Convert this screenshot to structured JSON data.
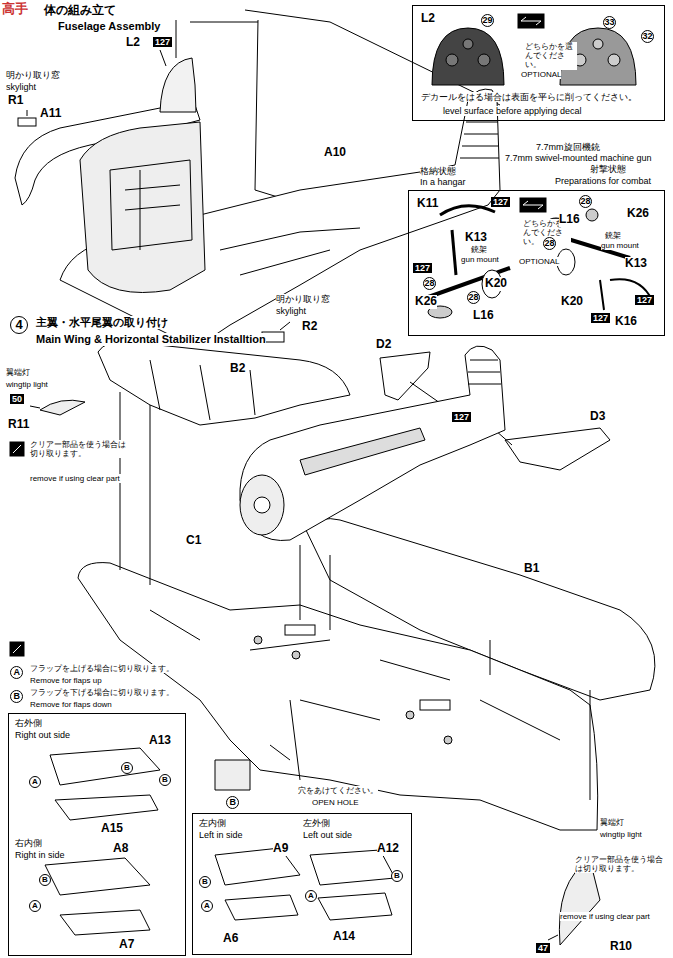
{
  "diagram": {
    "nodes": [
      {
        "text": [
          "L2",
          "29",
          "どちらかを選んでください。",
          "OPTIONAL",
          "33",
          "32",
          "デカールをはる場合は表面を平らに削ってください。",
          "level surface before applying decal"
        ]
      },
      {
        "text": [
          "K11",
          "127",
          "どちらかを選んでください。",
          "OPTIONAL",
          "28",
          "L16",
          "K26",
          "K13",
          "銃架",
          "gun mount",
          "127",
          "28",
          "K20",
          "K26",
          "28",
          "28",
          "L16",
          "K20",
          "銃架",
          "gun mount",
          "K13",
          "127",
          "K16",
          "127"
        ]
      },
      {
        "text": [
          "右外側",
          "Right out side",
          "A13",
          "B",
          "B",
          "A",
          "A15",
          "右内側",
          "Right in side",
          "A8",
          "B",
          "A",
          "A7"
        ]
      },
      {
        "text": [
          "左内側",
          "Left in side",
          "A9",
          "A",
          "B",
          "A6",
          "左外側",
          "Left out side",
          "A12",
          "B",
          "A",
          "A14"
        ]
      }
    ],
    "labels": [
      "体の組み立て",
      "Fuselage Assembly",
      "L2",
      "127",
      "明かり取り窓",
      "skylight",
      "R1",
      "A11",
      "A10",
      "明かり取り窓",
      "skylight",
      "R2",
      "7.7mm旋回機銃",
      "7.7mm swivel-mounted machine gun",
      "格納状態",
      "In a hangar",
      "射撃状態",
      "Preparations for combat",
      "4",
      "主翼・水平尾翼の取り付け",
      "Main Wing & Horizontal Stabilizer Installtion",
      "B2",
      "D2",
      "127",
      "D3",
      "翼端灯",
      "wingtip light",
      "50",
      "R11",
      "クリアー部品を使う場合は切り取ります。",
      "remove if using clear part",
      "C1",
      "B1",
      "A",
      "フラップを上げる場合に切り取ります。",
      "Remove for flaps up",
      "B",
      "フラップを下げる場合に切り取ります。",
      "Remove for flaps down",
      "B",
      "穴をあけてください。",
      "OPEN HOLE",
      "翼端灯",
      "wingtip light",
      "クリアー部品を使う場合は切り取ります。",
      "remove if using clear part",
      "47",
      "R10",
      "高手"
    ]
  }
}
